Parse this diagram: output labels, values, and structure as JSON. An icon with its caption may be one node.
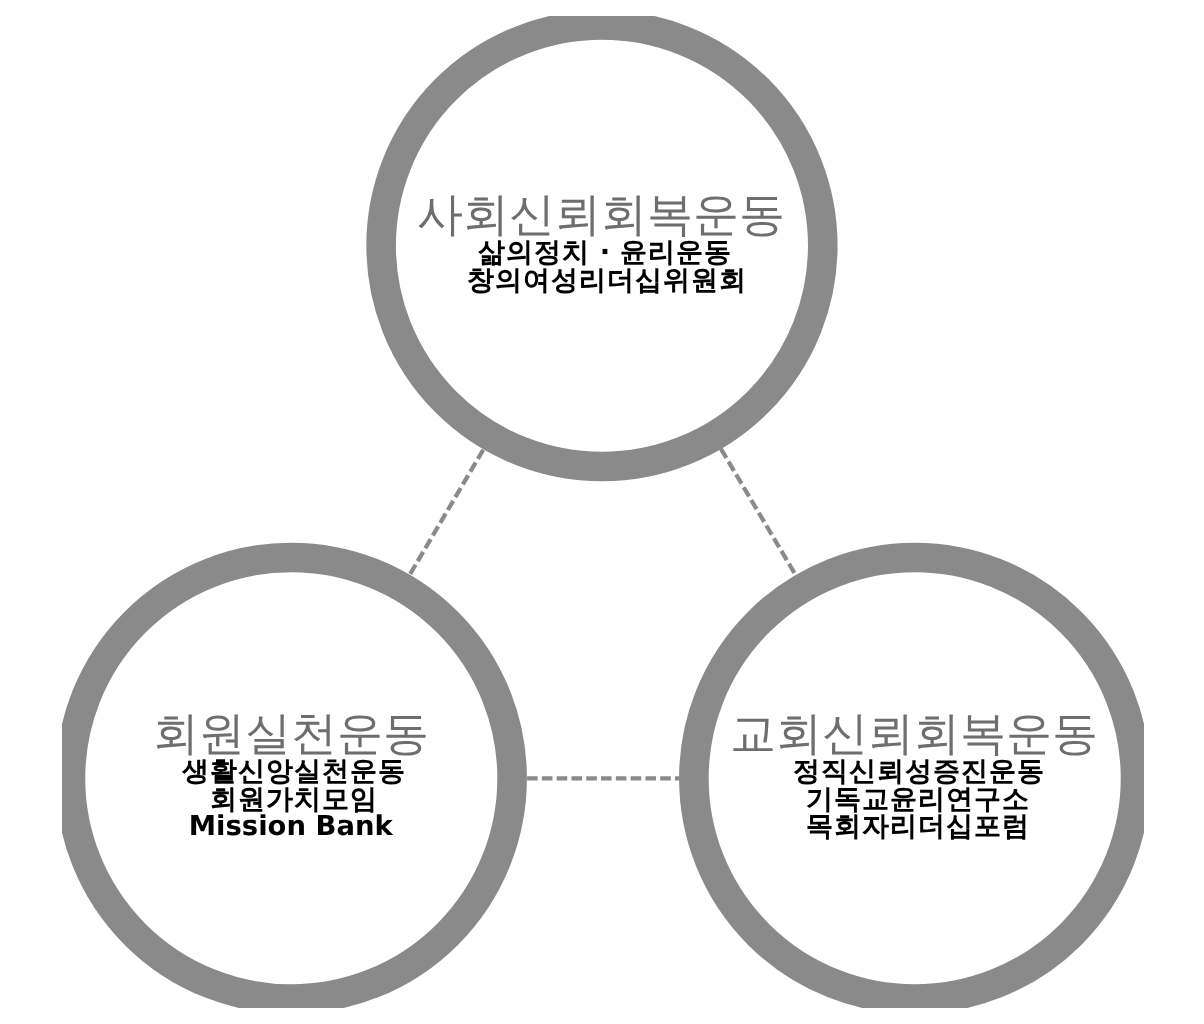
{
  "diagram": {
    "nodes": [
      {
        "text": [
          "사회신뢰회복운동",
          "삶의정치 · 윤리운동",
          "창의여성리더십위원회"
        ]
      },
      {
        "text": [
          "회원실천운동",
          "생활신앙실천운동",
          "회원가치모임",
          "Mission Bank"
        ]
      },
      {
        "text": [
          "교회신뢰회복운동",
          "정직신뢰성증진운동",
          "기독교윤리연구소",
          "목회자리더십포럼"
        ]
      }
    ],
    "edges": [
      {
        "from": 0,
        "to": 1,
        "arrow": "none",
        "style": "dashed"
      },
      {
        "from": 1,
        "to": 2,
        "arrow": "none",
        "style": "dashed"
      },
      {
        "from": 0,
        "to": 2,
        "arrow": "none",
        "style": "dashed"
      }
    ]
  }
}
